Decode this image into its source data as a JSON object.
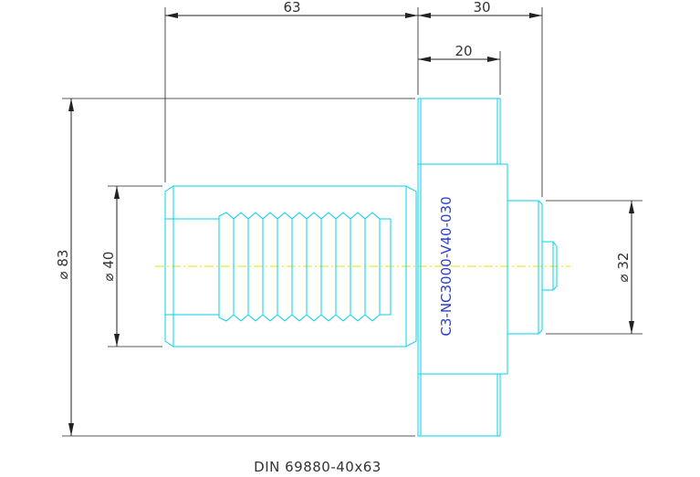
{
  "dimensions": {
    "length_63": "63",
    "length_30": "30",
    "length_20": "20",
    "dia_83": "⌀ 83",
    "dia_40": "⌀ 40",
    "dia_32": "⌀ 32"
  },
  "part_number": "C3-NC3000-V40-030",
  "caption": "DIN 69880-40x63",
  "colors": {
    "outline": "#00d6e8",
    "centerline": "#e6e600",
    "dimension": "#222222",
    "part_label": "#2a3fd0"
  }
}
